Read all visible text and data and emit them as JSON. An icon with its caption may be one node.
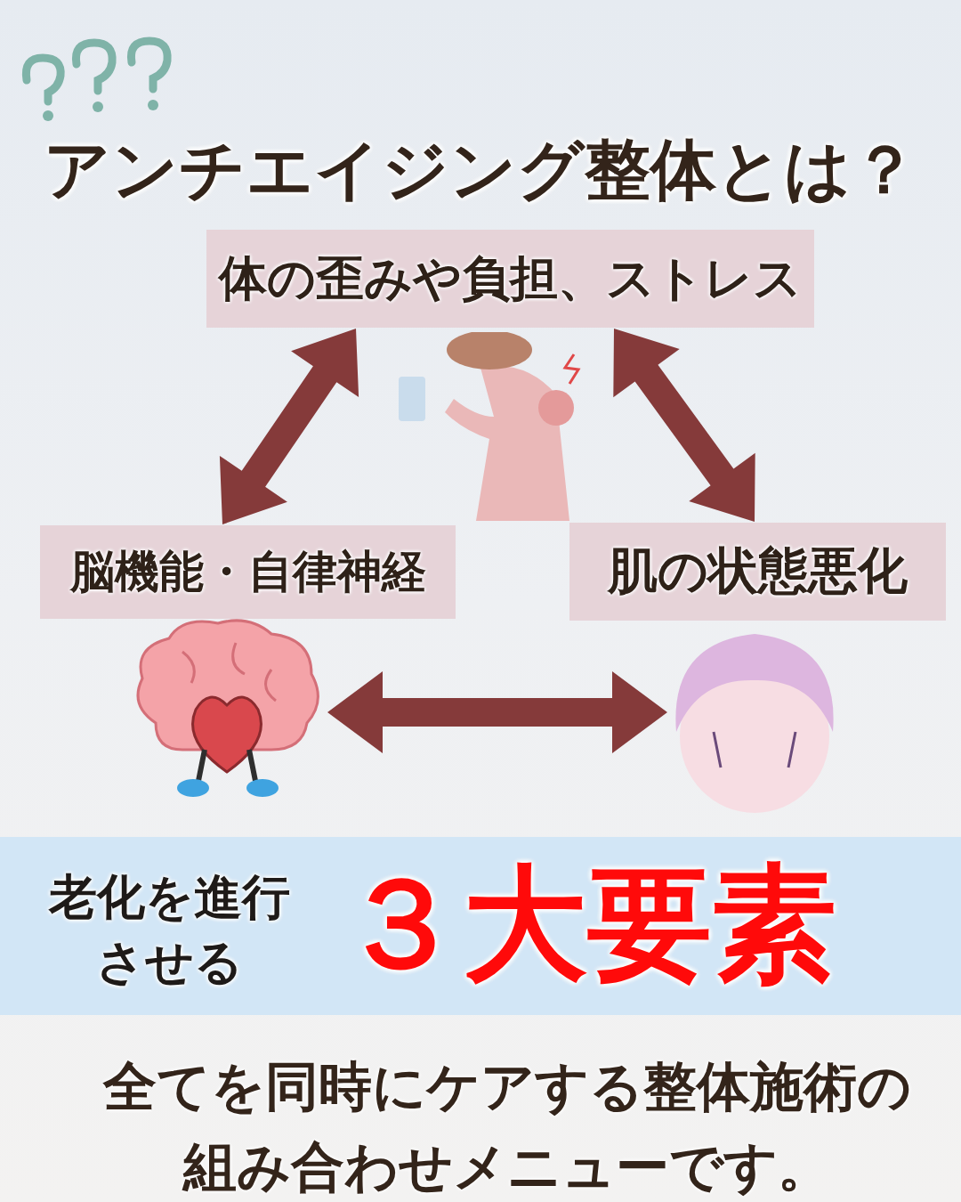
{
  "diagram": {
    "title": "アンチエイジング整体とは？",
    "nodes": [
      {
        "text": [
          "体の歪みや負担、ストレス"
        ]
      },
      {
        "text": [
          "脳機能・自律神経"
        ]
      },
      {
        "text": [
          "肌の状態悪化"
        ]
      },
      {
        "text": [],
        "shape": "picture"
      },
      {
        "text": [],
        "shape": "picture"
      }
    ],
    "edges": [
      {
        "from": 0,
        "to": 1,
        "arrow": "both"
      },
      {
        "from": 0,
        "to": 2,
        "arrow": "both"
      },
      {
        "from": 3,
        "to": 4,
        "arrow": "both"
      }
    ],
    "labels": [
      "老化を進行させる",
      "３大要素",
      "全てを同時にケアする整体施術の組み合わせメニューです。"
    ]
  }
}
